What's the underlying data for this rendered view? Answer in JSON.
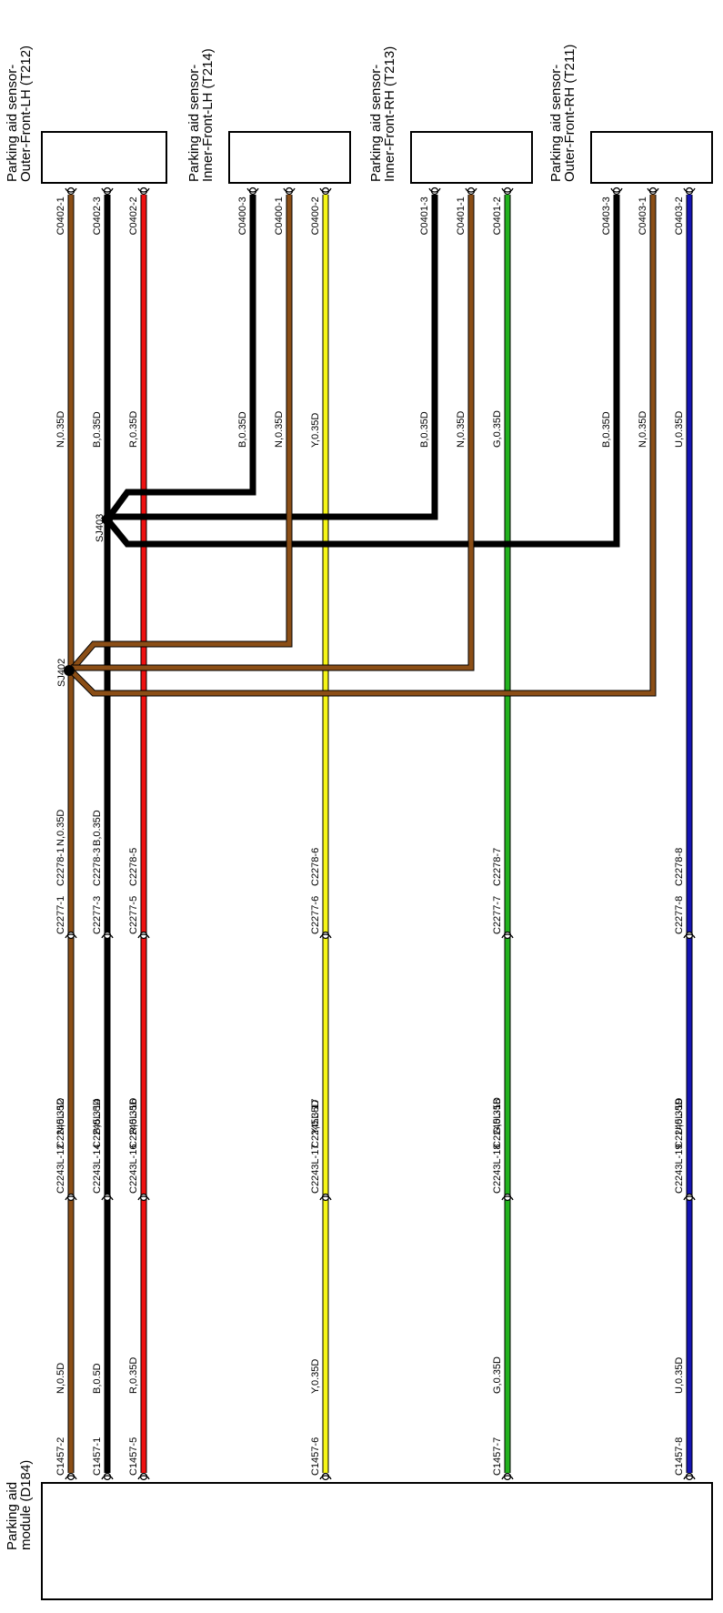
{
  "components": {
    "t212": {
      "line1": "Parking aid sensor-",
      "line2": "Outer-Front-LH (T212)"
    },
    "t214": {
      "line1": "Parking aid sensor-",
      "line2": "Inner-Front-LH (T214)"
    },
    "t213": {
      "line1": "Parking aid sensor-",
      "line2": "Inner-Front-RH (T213)"
    },
    "t211": {
      "line1": "Parking aid sensor-",
      "line2": "Outer-Front-RH (T211)"
    },
    "d184": {
      "line1": "Parking aid",
      "line2": "module (D184)"
    }
  },
  "splices": {
    "sj402": "SJ402",
    "sj403": "SJ403"
  },
  "colors": {
    "N": "#8B4E16",
    "B": "#000000",
    "R": "#EE1111",
    "Y": "#F5F516",
    "G": "#22B21E",
    "U": "#1414B4"
  },
  "wires": {
    "c1": {
      "top_conn": "C0402-1",
      "top_spec": "N,0.35D",
      "mid_spec": "N,0.35D",
      "c2277": "C2277-1",
      "c2278": "C2278-1",
      "spec2": "N,0.35D",
      "c2243": "C2243L-12",
      "c2245": "C2245L-12",
      "bot_spec": "N,0.5D",
      "c1457": "C1457-2"
    },
    "c2": {
      "top_conn": "C0402-3",
      "top_spec": "B,0.35D",
      "mid_spec": "B,0.35D",
      "c2277": "C2277-3",
      "c2278": "C2278-3",
      "spec2": "B,0.35D",
      "c2243": "C2243L-14",
      "c2245": "C2245L-14",
      "bot_spec": "B,0.5D",
      "c1457": "C1457-1"
    },
    "c3": {
      "top_conn": "C0402-2",
      "top_spec": "R,0.35D",
      "c2277": "C2277-5",
      "c2278": "C2278-5",
      "spec2": "R,0.35D",
      "c2243": "C2243L-16",
      "c2245": "C2245L-16",
      "bot_spec": "R,0.35D",
      "c1457": "C1457-5"
    },
    "c4": {
      "top_conn": "C0400-3",
      "top_spec": "B,0.35D"
    },
    "c5": {
      "top_conn": "C0400-1",
      "top_spec": "N,0.35D"
    },
    "c6": {
      "top_conn": "C0400-2",
      "top_spec": "Y,0.35D",
      "c2277": "C2277-6",
      "c2278": "C2278-6",
      "spec2": "Y,0.35D",
      "c2243": "C2243L-17",
      "c2245": "C2245L-17",
      "bot_spec": "Y,0.35D",
      "c1457": "C1457-6"
    },
    "c7": {
      "top_conn": "C0401-3",
      "top_spec": "B,0.35D"
    },
    "c8": {
      "top_conn": "C0401-1",
      "top_spec": "N,0.35D"
    },
    "c9": {
      "top_conn": "C0401-2",
      "top_spec": "G,0.35D",
      "c2277": "C2277-7",
      "c2278": "C2278-7",
      "spec2": "G,0.35D",
      "c2243": "C2243L-18",
      "c2245": "C2245L-18",
      "bot_spec": "G,0.35D",
      "c1457": "C1457-7"
    },
    "c10": {
      "top_conn": "C0403-3",
      "top_spec": "B,0.35D"
    },
    "c11": {
      "top_conn": "C0403-1",
      "top_spec": "N,0.35D"
    },
    "c12": {
      "top_conn": "C0403-2",
      "top_spec": "U,0.35D",
      "c2277": "C2277-8",
      "c2278": "C2278-8",
      "spec2": "U,0.35D",
      "c2243": "C2243L-19",
      "c2245": "C2245L-19",
      "bot_spec": "U,0.35D",
      "c1457": "C1457-8"
    }
  }
}
